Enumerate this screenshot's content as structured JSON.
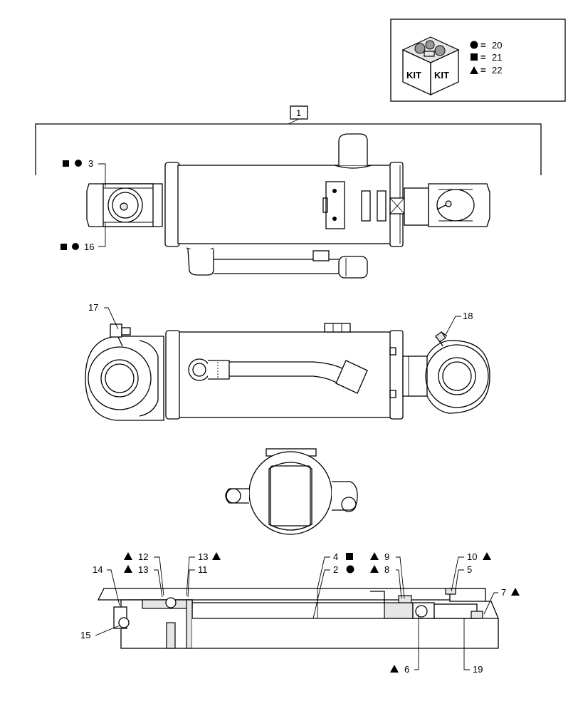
{
  "kit_legend": {
    "icon_text_left": "KIT",
    "icon_text_right": "KIT",
    "entries": [
      {
        "symbol": "circle",
        "eq": "=",
        "ref": "20"
      },
      {
        "symbol": "square",
        "eq": "=",
        "ref": "21"
      },
      {
        "symbol": "triangle",
        "eq": "=",
        "ref": "22"
      }
    ]
  },
  "assembly_ref": "1",
  "callouts": {
    "c3": "3",
    "c16": "16",
    "c17": "17",
    "c18": "18",
    "c12": "12",
    "c13a": "13",
    "c13b": "13",
    "c14": "14",
    "c11": "11",
    "c15": "15",
    "c4": "4",
    "c2": "2",
    "c9": "9",
    "c8": "8",
    "c10": "10",
    "c5": "5",
    "c7": "7",
    "c6": "6",
    "c19": "19"
  },
  "colors": {
    "line": "#000000",
    "fill_light": "#e6e6e6",
    "fill_dark": "#9a9a9a"
  }
}
